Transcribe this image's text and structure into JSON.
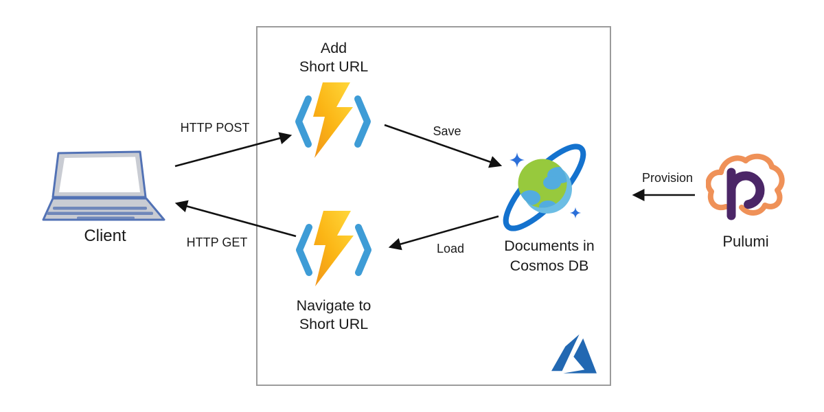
{
  "diagram": {
    "nodes": {
      "client": {
        "label": "Client",
        "icon": "laptop-icon"
      },
      "add_function": {
        "label": "Add\nShort URL",
        "icon": "azure-functions-icon"
      },
      "navigate_function": {
        "label": "Navigate to\nShort URL",
        "icon": "azure-functions-icon"
      },
      "cosmos_db": {
        "label": "Documents in\nCosmos DB",
        "icon": "cosmos-db-planet-icon"
      },
      "pulumi": {
        "label": "Pulumi",
        "icon": "pulumi-cloud-icon"
      },
      "azure_boundary": {
        "icon": "azure-logo-icon"
      }
    },
    "edges": {
      "http_post": {
        "label": "HTTP POST",
        "from": "client",
        "to": "add_function"
      },
      "save": {
        "label": "Save",
        "from": "add_function",
        "to": "cosmos_db"
      },
      "load": {
        "label": "Load",
        "from": "cosmos_db",
        "to": "navigate_function"
      },
      "http_get": {
        "label": "HTTP GET",
        "from": "navigate_function",
        "to": "client"
      },
      "provision": {
        "label": "Provision",
        "from": "pulumi",
        "to": "cosmos_db"
      }
    },
    "colors": {
      "box_border_gray": "#9b9b9b",
      "arrow_black": "#111111",
      "functions_bracket_blue": "#3E9CD6",
      "bolt_orange": "#F0941A",
      "bolt_mid": "#FBB515",
      "bolt_yellow": "#FFD93C",
      "cosmos_ring_blue": "#1472CE",
      "cosmos_globe_green": "#97C93D",
      "cosmos_continent_blue": "#53ACDF",
      "cosmos_crescent_blue": "#6CBDE4",
      "cosmos_star_blue": "#2B6FD9",
      "azure_logo_blue": "#2268B2",
      "pulumi_orange": "#EF9158",
      "pulumi_purple": "#4B2667",
      "laptop_blue": "#5272B5",
      "laptop_gray": "#C9CCD3",
      "laptop_slat_blue": "#6F87BA"
    }
  }
}
